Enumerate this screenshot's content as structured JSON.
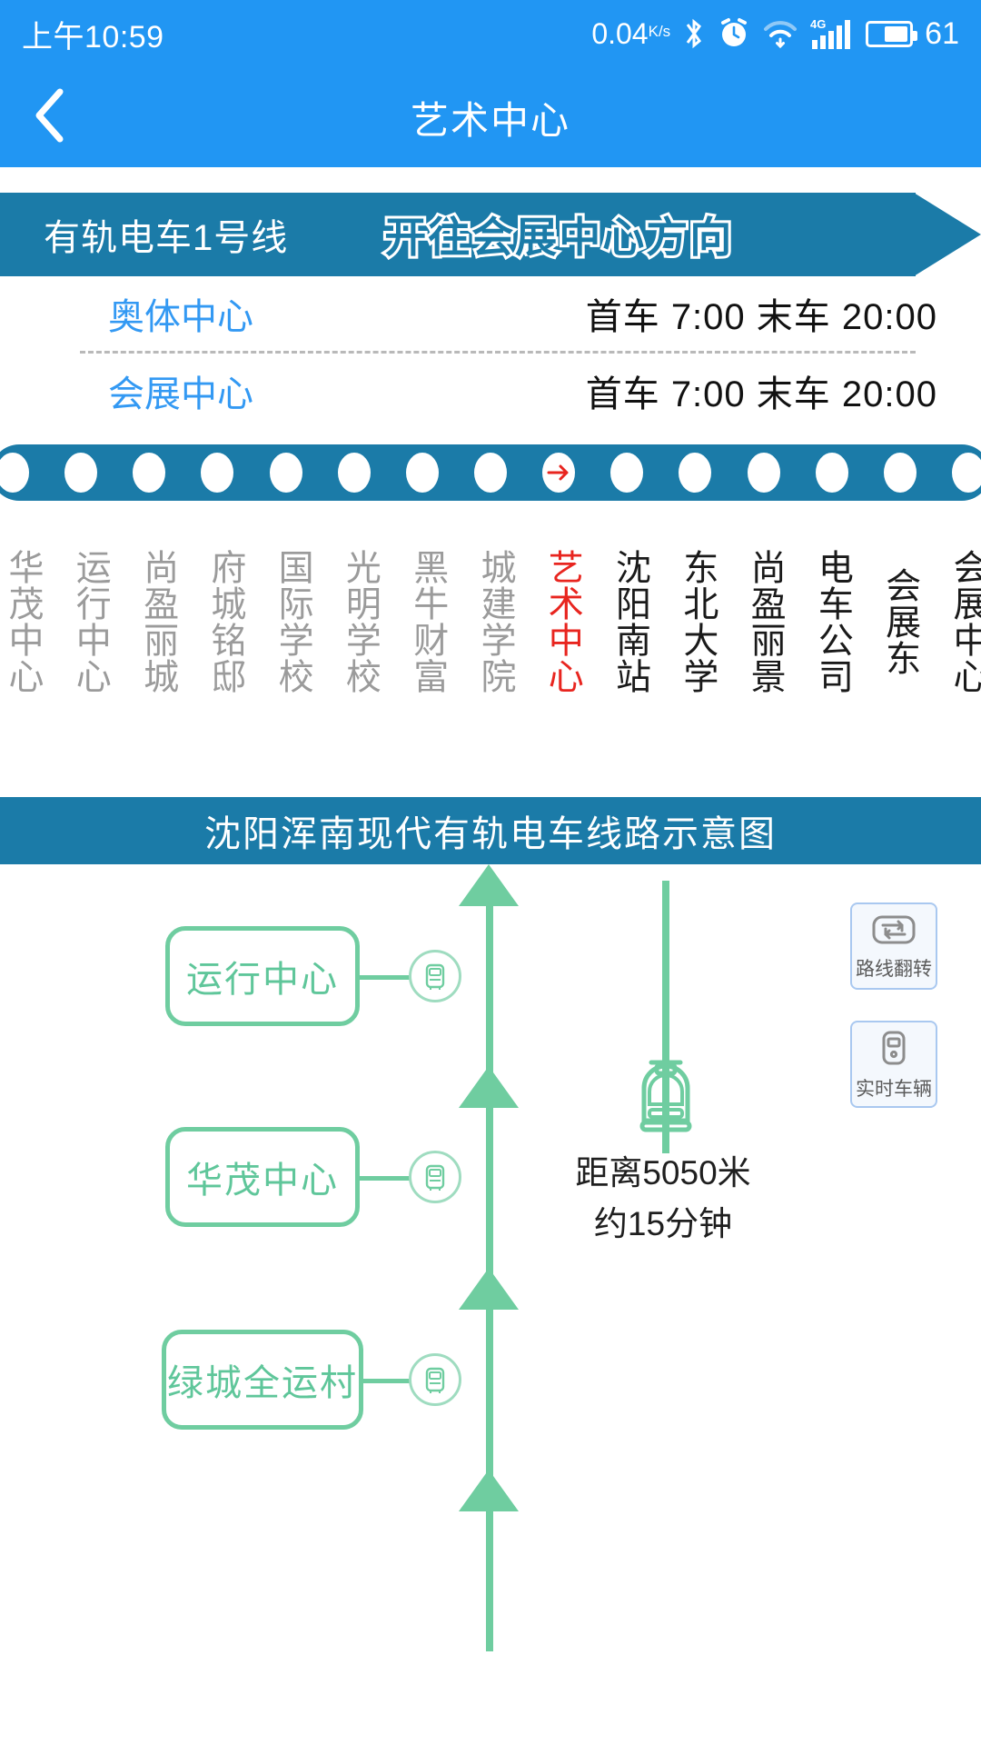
{
  "statusbar": {
    "time": "上午10:59",
    "netspeed_value": "0.04",
    "netspeed_unit_top": "K",
    "netspeed_unit_bottom": "s",
    "bluetooth_icon": "bluetooth-icon",
    "alarm_icon": "alarm-clock-icon",
    "wifi_icon": "wifi-icon",
    "network_type": "4G",
    "signal_icon": "signal-bars-icon",
    "battery_icon": "battery-icon",
    "battery_percent": "61"
  },
  "appbar": {
    "back_icon": "back-chevron-icon",
    "title": "艺术中心"
  },
  "route": {
    "line_name": "有轨电车1号线",
    "direction": "开往会展中心方向",
    "banner_color": "#1b7ba8"
  },
  "timetable": {
    "rows": [
      {
        "terminal": "奥体中心",
        "times": "首车  7:00   末车  20:00"
      },
      {
        "terminal": "会展中心",
        "times": "首车  7:00   末车  20:00"
      }
    ]
  },
  "strip": {
    "current_marker_icon": "right-arrow-icon",
    "current_color": "#e8251f",
    "stations": [
      {
        "name": "华茂中心",
        "state": "passed",
        "partial": true
      },
      {
        "name": "运行中心",
        "state": "passed"
      },
      {
        "name": "尚盈丽城",
        "state": "passed"
      },
      {
        "name": "府城铭邸",
        "state": "passed"
      },
      {
        "name": "国际学校",
        "state": "passed"
      },
      {
        "name": "光明学校",
        "state": "passed"
      },
      {
        "name": "黑牛财富",
        "state": "passed"
      },
      {
        "name": "城建学院",
        "state": "passed"
      },
      {
        "name": "艺术中心",
        "state": "current"
      },
      {
        "name": "沈阳南站",
        "state": "upcoming"
      },
      {
        "name": "东北大学",
        "state": "upcoming"
      },
      {
        "name": "尚盈丽景",
        "state": "upcoming"
      },
      {
        "name": "电车公司",
        "state": "upcoming"
      },
      {
        "name": "会展东",
        "state": "upcoming"
      },
      {
        "name": "会展中心",
        "state": "upcoming"
      }
    ]
  },
  "diagram": {
    "title": "沈阳浑南现代有轨电车线路示意图",
    "line_color": "#6fcda0",
    "stops": [
      {
        "label": "运行中心",
        "node_icon": "tram-node-icon"
      },
      {
        "label": "华茂中心",
        "node_icon": "tram-node-icon"
      },
      {
        "label": "绿城全运村",
        "node_icon": "tram-node-icon"
      }
    ],
    "vehicle": {
      "icon": "tram-icon",
      "distance_text": "距离5050米",
      "duration_text": "约15分钟"
    },
    "buttons": [
      {
        "label": "路线翻转",
        "icon": "swap-arrows-icon"
      },
      {
        "label": "实时车辆",
        "icon": "tram-vehicle-icon"
      }
    ]
  }
}
